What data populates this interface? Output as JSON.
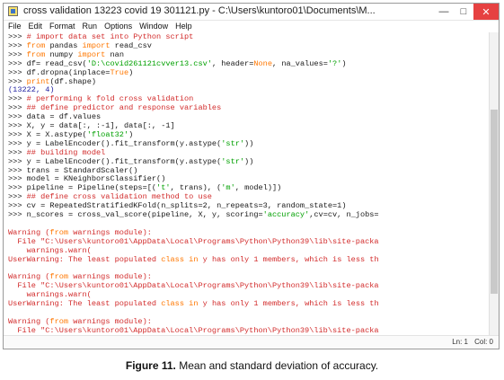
{
  "window": {
    "title": "cross validation 13223 covid 19 301121.py - C:\\Users\\kuntoro01\\Documents\\M...",
    "icon": "python-idle-icon",
    "controls": {
      "minimize": "—",
      "maximize": "□",
      "close": "✕"
    }
  },
  "menu": [
    "File",
    "Edit",
    "Format",
    "Run",
    "Options",
    "Window",
    "Help"
  ],
  "shell_lines": [
    [
      {
        "t": ">>> ",
        "c": "prompt"
      },
      {
        "t": "# import data set into Python script",
        "c": "comment"
      }
    ],
    [
      {
        "t": ">>> ",
        "c": "prompt"
      },
      {
        "t": "from",
        "c": "kw"
      },
      {
        "t": " pandas ",
        "c": "plain"
      },
      {
        "t": "import",
        "c": "kw"
      },
      {
        "t": " read_csv",
        "c": "plain"
      }
    ],
    [
      {
        "t": ">>> ",
        "c": "prompt"
      },
      {
        "t": "from",
        "c": "kw"
      },
      {
        "t": " numpy ",
        "c": "plain"
      },
      {
        "t": "import",
        "c": "kw"
      },
      {
        "t": " nan",
        "c": "plain"
      }
    ],
    [
      {
        "t": ">>> ",
        "c": "prompt"
      },
      {
        "t": "df= read_csv(",
        "c": "plain"
      },
      {
        "t": "'D:\\covid261121cvver13.csv'",
        "c": "str"
      },
      {
        "t": ", header=",
        "c": "plain"
      },
      {
        "t": "None",
        "c": "kw"
      },
      {
        "t": ", na_values=",
        "c": "plain"
      },
      {
        "t": "'?'",
        "c": "str"
      },
      {
        "t": ")",
        "c": "plain"
      }
    ],
    [
      {
        "t": ">>> ",
        "c": "prompt"
      },
      {
        "t": "df.dropna(inplace=",
        "c": "plain"
      },
      {
        "t": "True",
        "c": "kw"
      },
      {
        "t": ")",
        "c": "plain"
      }
    ],
    [
      {
        "t": ">>> ",
        "c": "prompt"
      },
      {
        "t": "print",
        "c": "kw"
      },
      {
        "t": "(df.shape)",
        "c": "plain"
      }
    ],
    [
      {
        "t": "(13222, 4)",
        "c": "out"
      }
    ],
    [
      {
        "t": ">>> ",
        "c": "prompt"
      },
      {
        "t": "# performing k fold cross validation",
        "c": "comment"
      }
    ],
    [
      {
        "t": ">>> ",
        "c": "prompt"
      },
      {
        "t": "## define predictor and response variables",
        "c": "comment"
      }
    ],
    [
      {
        "t": ">>> ",
        "c": "prompt"
      },
      {
        "t": "data = df.values",
        "c": "plain"
      }
    ],
    [
      {
        "t": ">>> ",
        "c": "prompt"
      },
      {
        "t": "X, y = data[:, :-1], data[:, -1]",
        "c": "plain"
      }
    ],
    [
      {
        "t": ">>> ",
        "c": "prompt"
      },
      {
        "t": "X = X.astype(",
        "c": "plain"
      },
      {
        "t": "'float32'",
        "c": "str"
      },
      {
        "t": ")",
        "c": "plain"
      }
    ],
    [
      {
        "t": ">>> ",
        "c": "prompt"
      },
      {
        "t": "y = LabelEncoder().fit_transform(y.astype(",
        "c": "plain"
      },
      {
        "t": "'str'",
        "c": "str"
      },
      {
        "t": "))",
        "c": "plain"
      }
    ],
    [
      {
        "t": ">>> ",
        "c": "prompt"
      },
      {
        "t": "## building model",
        "c": "comment"
      }
    ],
    [
      {
        "t": ">>> ",
        "c": "prompt"
      },
      {
        "t": "y = LabelEncoder().fit_transform(y.astype(",
        "c": "plain"
      },
      {
        "t": "'str'",
        "c": "str"
      },
      {
        "t": "))",
        "c": "plain"
      }
    ],
    [
      {
        "t": ">>> ",
        "c": "prompt"
      },
      {
        "t": "trans = StandardScaler()",
        "c": "plain"
      }
    ],
    [
      {
        "t": ">>> ",
        "c": "prompt"
      },
      {
        "t": "model = KNeighborsClassifier()",
        "c": "plain"
      }
    ],
    [
      {
        "t": ">>> ",
        "c": "prompt"
      },
      {
        "t": "pipeline = Pipeline(steps=[(",
        "c": "plain"
      },
      {
        "t": "'t'",
        "c": "str"
      },
      {
        "t": ", trans), (",
        "c": "plain"
      },
      {
        "t": "'m'",
        "c": "str"
      },
      {
        "t": ", model)])",
        "c": "plain"
      }
    ],
    [
      {
        "t": ">>> ",
        "c": "prompt"
      },
      {
        "t": "## define cross validation method to use",
        "c": "comment"
      }
    ],
    [
      {
        "t": ">>> ",
        "c": "prompt"
      },
      {
        "t": "cv = RepeatedStratifiedKFold(n_splits=2, n_repeats=3, random_state=1)",
        "c": "plain"
      }
    ],
    [
      {
        "t": ">>> ",
        "c": "prompt"
      },
      {
        "t": "n_scores = cross_val_score(pipeline, X, y, scoring=",
        "c": "plain"
      },
      {
        "t": "'accuracy'",
        "c": "str"
      },
      {
        "t": ",cv=cv, n_jobs=",
        "c": "plain"
      }
    ],
    [
      {
        "t": "",
        "c": "plain"
      }
    ],
    [
      {
        "t": "Warning (",
        "c": "warn"
      },
      {
        "t": "from",
        "c": "kw"
      },
      {
        "t": " warnings module):",
        "c": "warn"
      }
    ],
    [
      {
        "t": "  File \"C:\\Users\\kuntoro01\\AppData\\Local\\Programs\\Python\\Python39\\lib\\site-packa",
        "c": "warn"
      }
    ],
    [
      {
        "t": "    warnings.warn(",
        "c": "warn"
      }
    ],
    [
      {
        "t": "UserWarning: The least populated ",
        "c": "warn"
      },
      {
        "t": "class",
        "c": "kw"
      },
      {
        "t": " ",
        "c": "warn"
      },
      {
        "t": "in",
        "c": "kw"
      },
      {
        "t": " y has only 1 members, which is less th",
        "c": "warn"
      }
    ],
    [
      {
        "t": "",
        "c": "plain"
      }
    ],
    [
      {
        "t": "Warning (",
        "c": "warn"
      },
      {
        "t": "from",
        "c": "kw"
      },
      {
        "t": " warnings module):",
        "c": "warn"
      }
    ],
    [
      {
        "t": "  File \"C:\\Users\\kuntoro01\\AppData\\Local\\Programs\\Python\\Python39\\lib\\site-packa",
        "c": "warn"
      }
    ],
    [
      {
        "t": "    warnings.warn(",
        "c": "warn"
      }
    ],
    [
      {
        "t": "UserWarning: The least populated ",
        "c": "warn"
      },
      {
        "t": "class",
        "c": "kw"
      },
      {
        "t": " ",
        "c": "warn"
      },
      {
        "t": "in",
        "c": "kw"
      },
      {
        "t": " y has only 1 members, which is less th",
        "c": "warn"
      }
    ],
    [
      {
        "t": "",
        "c": "plain"
      }
    ],
    [
      {
        "t": "Warning (",
        "c": "warn"
      },
      {
        "t": "from",
        "c": "kw"
      },
      {
        "t": " warnings module):",
        "c": "warn"
      }
    ],
    [
      {
        "t": "  File \"C:\\Users\\kuntoro01\\AppData\\Local\\Programs\\Python\\Python39\\lib\\site-packa",
        "c": "warn"
      }
    ],
    [
      {
        "t": "    warnings.warn(",
        "c": "warn"
      }
    ],
    [
      {
        "t": "UserWarning: The least populated ",
        "c": "warn"
      },
      {
        "t": "class",
        "c": "kw"
      },
      {
        "t": " ",
        "c": "warn"
      },
      {
        "t": "in",
        "c": "kw"
      },
      {
        "t": " y has only 1 members, which is less th",
        "c": "warn"
      }
    ],
    [
      {
        "t": ">>> ",
        "c": "prompt"
      },
      {
        "t": "## print mean and standard deviation of accuracy",
        "c": "comment"
      }
    ],
    [
      {
        "t": ">>> ",
        "c": "prompt"
      },
      {
        "t": "print",
        "c": "kw"
      },
      {
        "t": "(",
        "c": "plain"
      },
      {
        "t": "'Accuracy: %.3f (%.3f)'",
        "c": "str"
      },
      {
        "t": " % (mean(n_scores), std(n_scores)))",
        "c": "plain"
      }
    ],
    [
      {
        "t": "Accuracy: 0.054 (0.001)",
        "c": "out"
      }
    ],
    [
      {
        "t": ">>> ",
        "c": "prompt"
      }
    ]
  ],
  "status": {
    "line": "Ln: 1",
    "col": "Col: 0"
  },
  "caption": {
    "lead": "Figure 11.",
    "text": " Mean and standard deviation of accuracy."
  }
}
